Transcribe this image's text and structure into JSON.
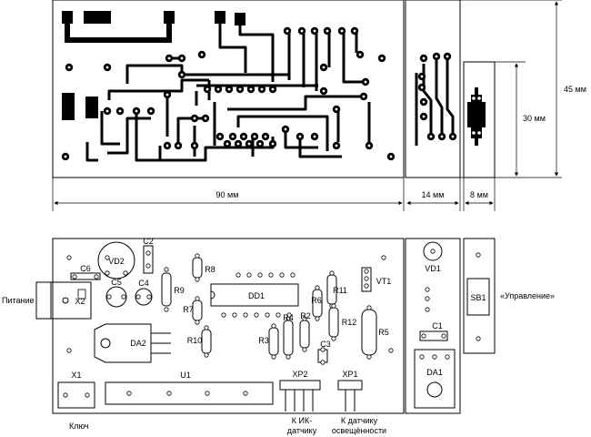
{
  "dimensions": {
    "width_main": "90 мм",
    "width_sensor": "14 мм",
    "width_button": "8 мм",
    "height_total": "45 мм",
    "height_button": "30 мм"
  },
  "labels": {
    "power": "Питание",
    "control": "«Управление»",
    "key": "Ключ",
    "ir_sensor_line1": "К ИК-",
    "ir_sensor_line2": "датчику",
    "light_sensor_line1": "К датчику",
    "light_sensor_line2": "освещённости"
  },
  "components": {
    "vd2": "VD2",
    "c2": "C2",
    "c6": "C6",
    "c5": "C5",
    "c4": "C4",
    "x2": "X2",
    "da2": "DA2",
    "x1": "X1",
    "u1": "U1",
    "r8": "R8",
    "r9": "R9",
    "r7": "R7",
    "r10": "R10",
    "dd1": "DD1",
    "r6": "R6",
    "r11": "R11",
    "r2": "R2",
    "r4": "R4",
    "r3": "R3",
    "r12": "R12",
    "r5": "R5",
    "c3": "C3",
    "xp2": "XP2",
    "xp1": "XP1",
    "vt1": "VT1",
    "vd1": "VD1",
    "c1": "C1",
    "da1": "DA1",
    "sb1": "SB1"
  }
}
